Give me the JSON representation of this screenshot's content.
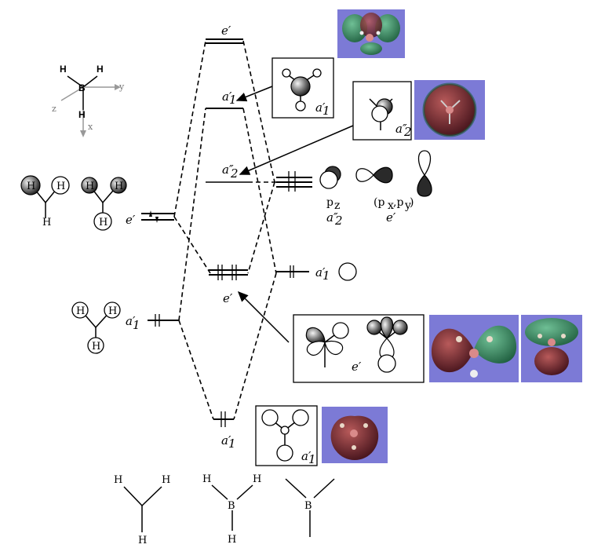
{
  "axes_frame": {
    "atom_labels": [
      "H",
      "H",
      "B",
      "H"
    ],
    "axis_labels": {
      "y": "y",
      "z": "z",
      "x": "x"
    }
  },
  "left_fragment": {
    "h_top_atoms": [
      "H",
      "H",
      "H"
    ],
    "h_mid_atoms": [
      "H",
      "H",
      "H"
    ],
    "e_level_label": "e′",
    "a1_atoms": [
      "H",
      "H",
      "H"
    ],
    "a1_level_label": "a′",
    "a1_level_sub": "1"
  },
  "mo_levels": {
    "e_top": "e′",
    "a1_upper": "a′",
    "a1_upper_sub": "1",
    "a2_middle": "a″",
    "a2_middle_sub": "2",
    "e_bonding": "e′",
    "a1_bottom": "a′",
    "a1_bottom_sub": "1"
  },
  "boron_orbitals": {
    "pz": "p",
    "pz_sub": "z",
    "a2": "a″",
    "a2_sub": "2",
    "pxpy_open": "(p",
    "px_sub": "x",
    "comma": ",p",
    "py_sub": "y",
    "pxpy_close": ")",
    "e_label": "e′",
    "s_label": "a′",
    "s_label_sub": "1"
  },
  "boxes": {
    "a1_upper_box_label": "a′",
    "a1_upper_box_sub": "1",
    "a2_box_label": "a″",
    "a2_box_sub": "2",
    "e_box_label": "e′",
    "a1_bottom_box_label": "a′",
    "a1_bottom_box_sub": "1"
  },
  "bottom_structures": {
    "h3_atoms": [
      "H",
      "H",
      "H"
    ],
    "bh3_atoms": [
      "H",
      "H",
      "B",
      "H"
    ],
    "b_label": "B"
  },
  "colors": {
    "mo_background": "#7c7ad6",
    "green_lobe": "#3f8f6a",
    "red_lobe": "#8a2740",
    "boron": "#d98a8a"
  }
}
